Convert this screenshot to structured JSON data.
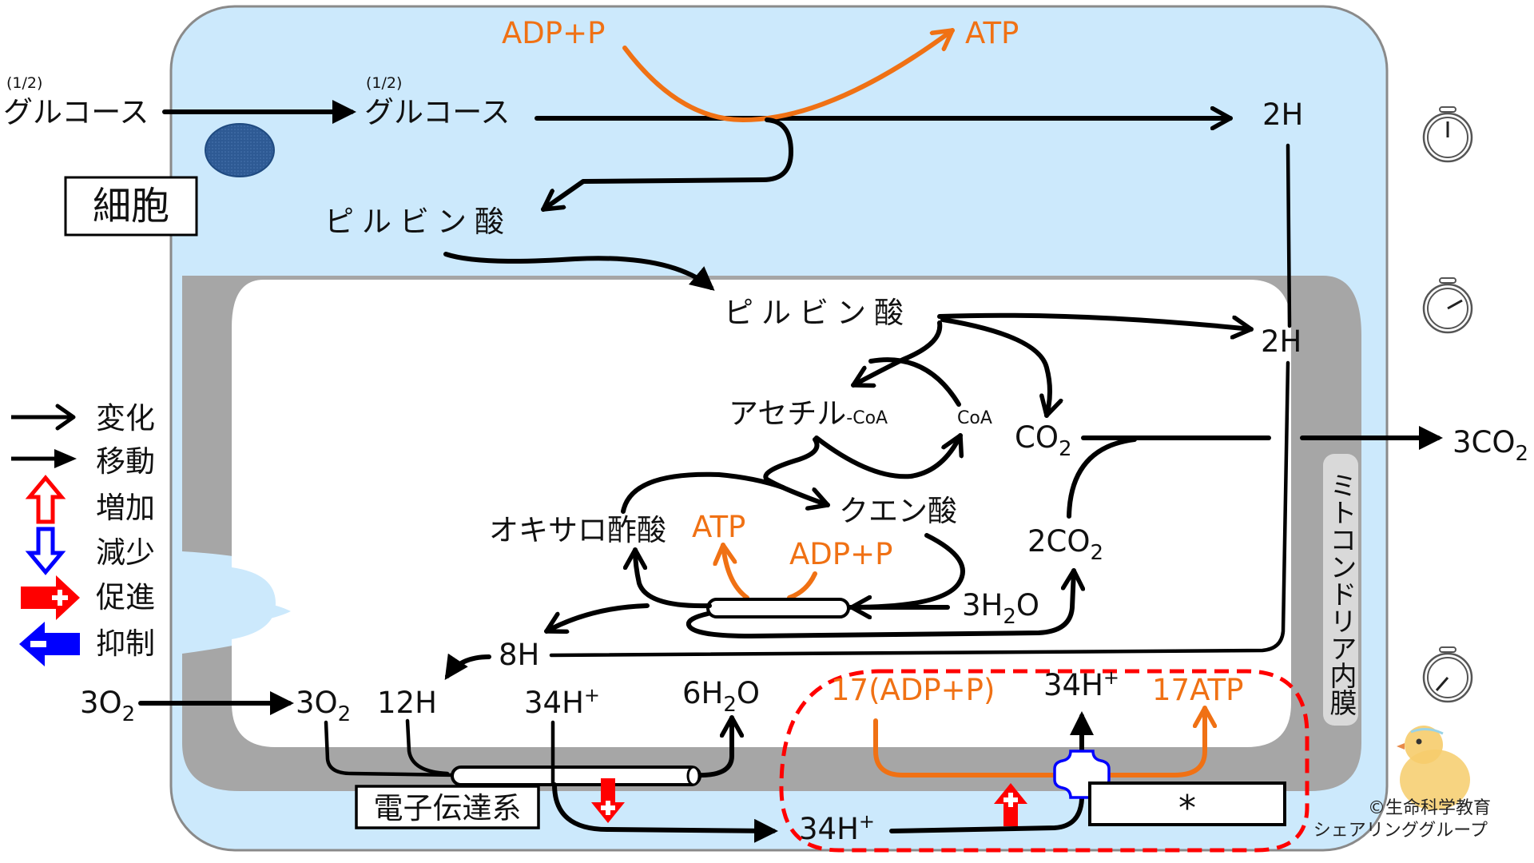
{
  "cell_label": "細胞",
  "membrane_label": "ミトコンドリア内膜",
  "etc_label": "電子伝達系",
  "atp_synthase_label": "*",
  "glycolysis": {
    "glucose_outside": "グルコース",
    "glucose_outside_fraction": "(1/2)",
    "glucose_inside": "グルコース",
    "glucose_inside_fraction": "(1/2)",
    "adp_p": "ADP+P",
    "atp": "ATP",
    "hydrogen": "2H",
    "pyruvate_cytosol": "ピルビン酸"
  },
  "matrix": {
    "pyruvate": "ピルビン酸",
    "hydrogen": "2H",
    "acetyl_coa_main": "アセチル",
    "acetyl_coa_suffix": "-CoA",
    "coa": "CoA",
    "co2": "CO",
    "co2_sub": "2",
    "citric_acid": "クエン酸",
    "oxaloacetate": "オキサロ酢酸",
    "cycle_atp": "ATP",
    "cycle_adp_p": "ADP+P",
    "co2_2": "2CO",
    "co2_2_sub": "2",
    "water_3": "3H",
    "water_3_sub": "2",
    "water_3_tail": "O",
    "hydrogen_8": "8H",
    "co2_total": "3CO",
    "co2_total_sub": "2"
  },
  "etc": {
    "o2_outside": "3O",
    "o2_outside_sub": "2",
    "o2_inside": "3O",
    "o2_inside_sub": "2",
    "hydrogen_12": "12H",
    "proton_matrix": "34H",
    "proton_matrix_sup": "+",
    "water_6": "6H",
    "water_6_sub": "2",
    "water_6_tail": "O",
    "proton_ims": "34H",
    "proton_ims_sup": "+"
  },
  "atp_synthesis": {
    "adp_p": "17(ADP+P)",
    "proton": "34H",
    "proton_sup": "+",
    "atp": "17ATP"
  },
  "legend": [
    {
      "icon": "open-arrow-icon",
      "label": "変化"
    },
    {
      "icon": "filled-arrow-icon",
      "label": "移動"
    },
    {
      "icon": "increase-arrow-icon",
      "label": "増加"
    },
    {
      "icon": "decrease-arrow-icon",
      "label": "減少"
    },
    {
      "icon": "promote-arrow-icon",
      "label": "促進"
    },
    {
      "icon": "inhibit-arrow-icon",
      "label": "抑制"
    }
  ],
  "timers": [
    "stopwatch-icon",
    "stopwatch-icon",
    "stopwatch-icon"
  ],
  "copyright": {
    "line1": "©生命科学教育",
    "line2": "シェアリンググループ"
  },
  "colors": {
    "cytosol": "#cce9fc",
    "membrane": "#a6a6a6",
    "matrix": "#ffffff",
    "orange": "#f07114",
    "red": "#ff0000",
    "blue": "#0000ff",
    "nucleus": "#2e5a94"
  }
}
